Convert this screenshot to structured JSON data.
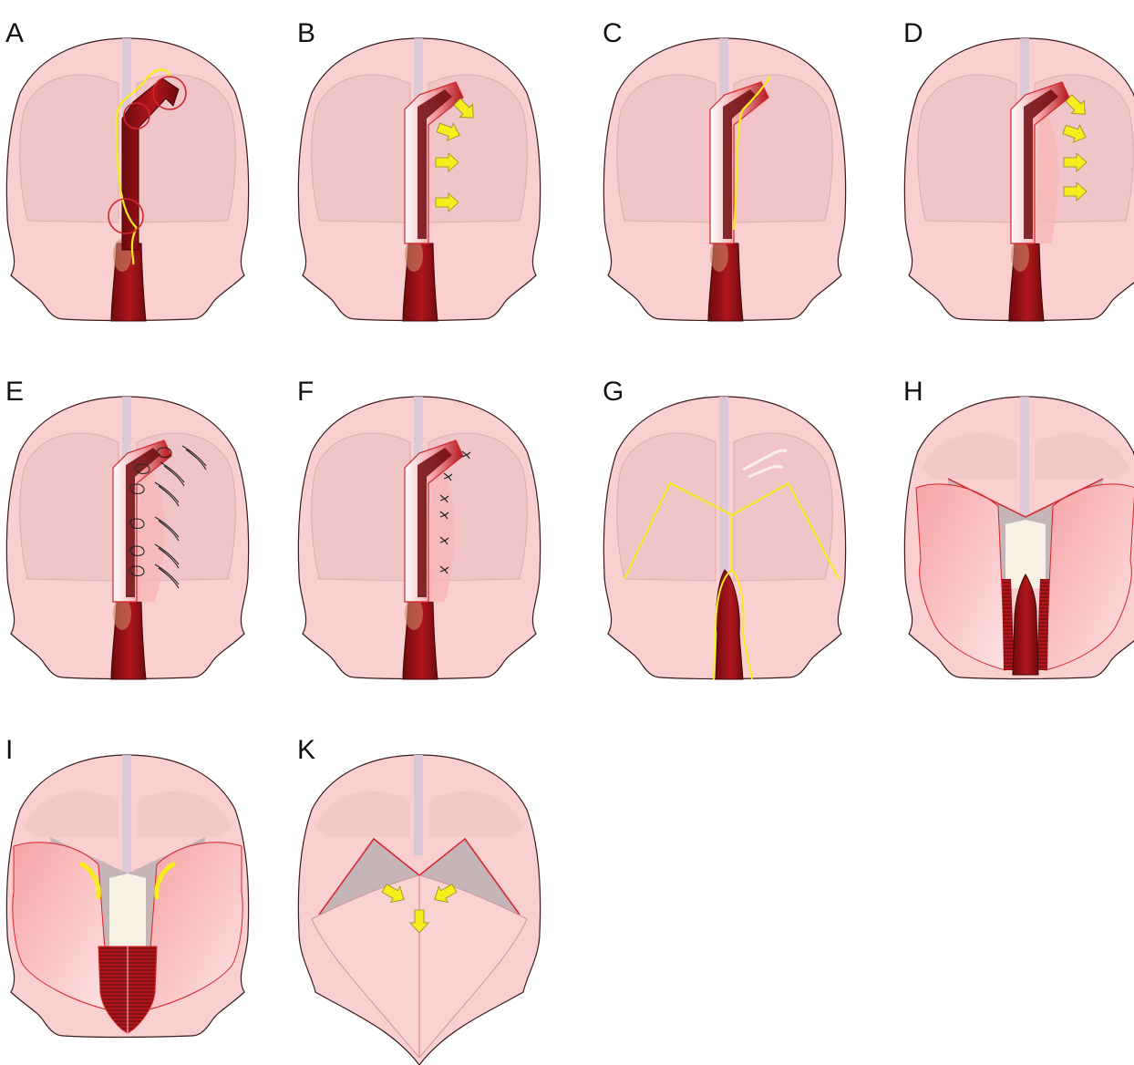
{
  "panels": [
    {
      "id": "A",
      "label": "A"
    },
    {
      "id": "B",
      "label": "B"
    },
    {
      "id": "C",
      "label": "C"
    },
    {
      "id": "D",
      "label": "D"
    },
    {
      "id": "E",
      "label": "E"
    },
    {
      "id": "F",
      "label": "F"
    },
    {
      "id": "G",
      "label": "G"
    },
    {
      "id": "H",
      "label": "H"
    },
    {
      "id": "I",
      "label": "I"
    },
    {
      "id": "K",
      "label": "K"
    }
  ],
  "colors": {
    "skin": "#f9cfcf",
    "outline": "#3a1a1a",
    "lung": "#f0c4c6",
    "septum": "#d9c8d6",
    "tissue_dark": "#6e0a0e",
    "tissue_mid": "#b0161c",
    "tissue_light": "#f3a0a4",
    "marker_yellow": "#f7ec1c",
    "marker_red": "#d7232a",
    "suture": "#222222",
    "cream": "#f6f1e4",
    "grey": "#9aa0a4"
  },
  "icons": [
    "arrow-icon",
    "circle-marker-icon",
    "suture-icon",
    "incision-line-icon"
  ]
}
